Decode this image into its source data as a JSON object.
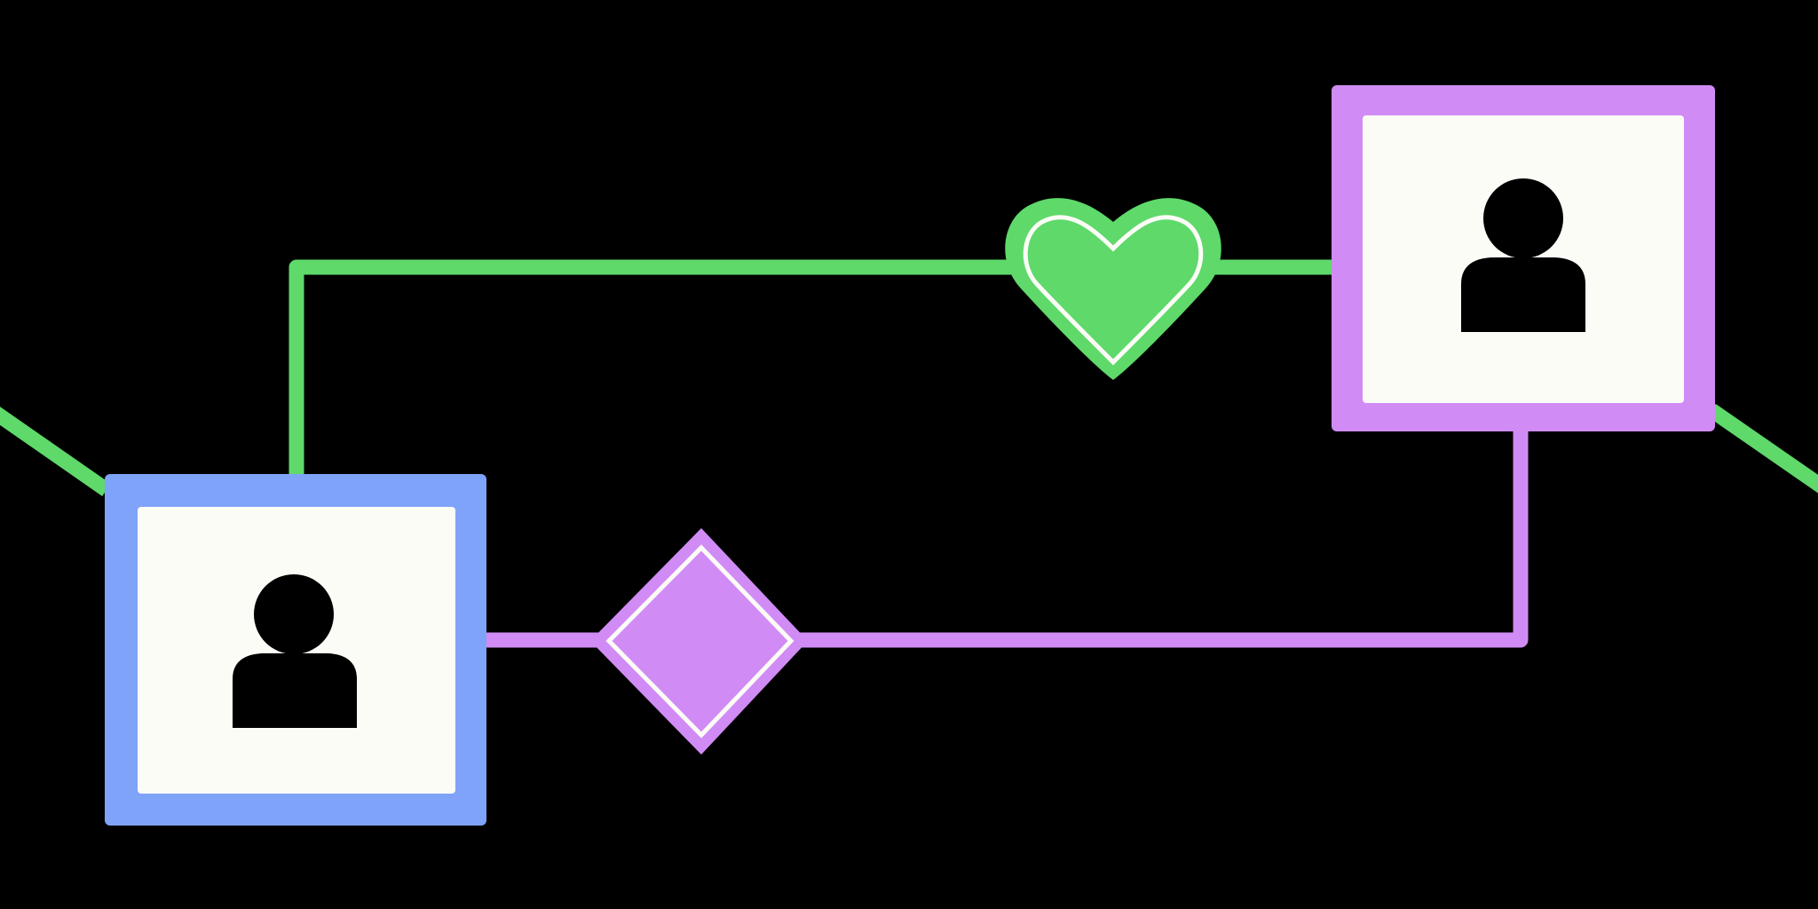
{
  "colors": {
    "background": "#000000",
    "green": "#5ed96a",
    "purple": "#d18bf5",
    "blue": "#7fa3f8",
    "card": "#fcfcf7",
    "glyph": "#000000",
    "inner_outline": "#fcfcf7"
  },
  "nodes": [
    {
      "id": "person-left",
      "kind": "person",
      "frame_color": "blue",
      "icon": "person-icon"
    },
    {
      "id": "person-right",
      "kind": "person",
      "frame_color": "purple",
      "icon": "person-icon"
    },
    {
      "id": "heart",
      "kind": "connector",
      "shape": "heart",
      "color": "green",
      "icon": "heart-icon"
    },
    {
      "id": "diamond",
      "kind": "connector",
      "shape": "diamond",
      "color": "purple",
      "icon": "diamond-icon"
    }
  ],
  "edges": [
    {
      "id": "green-link",
      "from": "person-left",
      "via": "heart",
      "to": "person-right",
      "color": "green"
    },
    {
      "id": "purple-link",
      "from": "person-left",
      "via": "diamond",
      "to": "person-right",
      "color": "purple"
    },
    {
      "id": "green-tail-left",
      "to": "person-left",
      "color": "green"
    },
    {
      "id": "green-tail-right",
      "from": "person-right",
      "color": "green"
    }
  ]
}
